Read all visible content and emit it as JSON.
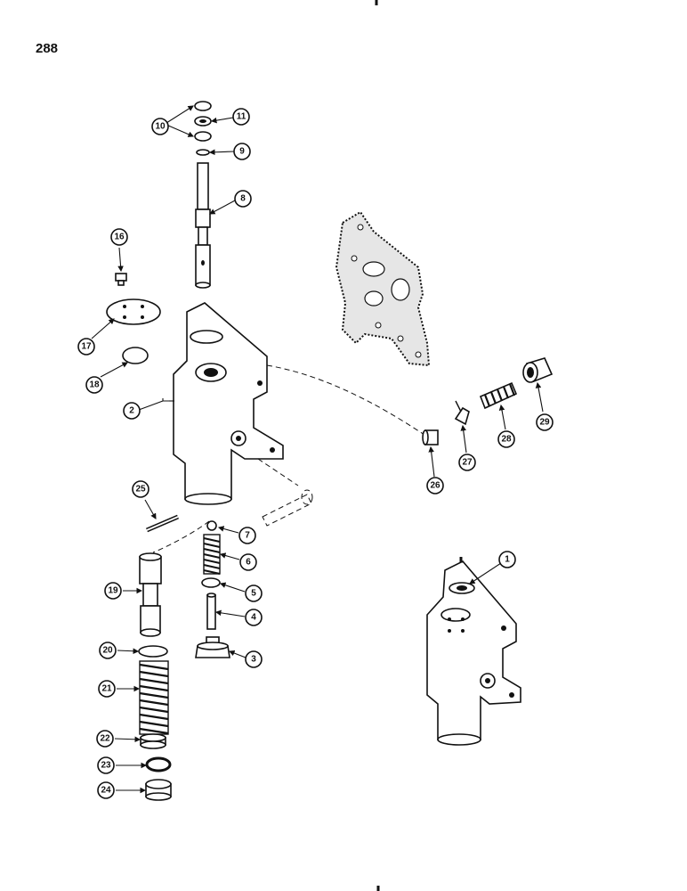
{
  "page_number": "288",
  "callouts": [
    "1",
    "2",
    "3",
    "4",
    "5",
    "6",
    "7",
    "8",
    "9",
    "10",
    "11",
    "16",
    "17",
    "18",
    "19",
    "20",
    "21",
    "22",
    "23",
    "24",
    "25",
    "26",
    "27",
    "28",
    "29"
  ]
}
